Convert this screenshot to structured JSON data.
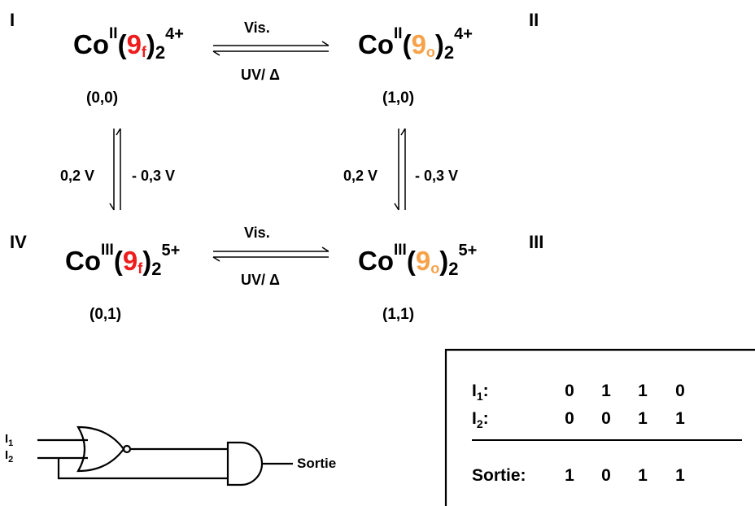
{
  "colors": {
    "closed_ligand": "#ee1c1c",
    "open_ligand": "#f7a24a",
    "text": "#000000"
  },
  "states": {
    "I": {
      "roman": "I",
      "metal": "Co",
      "ox": "II",
      "ligand": "9",
      "sub": "f",
      "n": "2",
      "charge": "4+",
      "coord": "(0,0)"
    },
    "II": {
      "roman": "II",
      "metal": "Co",
      "ox": "II",
      "ligand": "9",
      "sub": "o",
      "n": "2",
      "charge": "4+",
      "coord": "(1,0)"
    },
    "III": {
      "roman": "III",
      "metal": "Co",
      "ox": "III",
      "ligand": "9",
      "sub": "o",
      "n": "2",
      "charge": "5+",
      "coord": "(1,1)"
    },
    "IV": {
      "roman": "IV",
      "metal": "Co",
      "ox": "III",
      "ligand": "9",
      "sub": "f",
      "n": "2",
      "charge": "5+",
      "coord": "(0,1)"
    }
  },
  "arrows": {
    "forward_label": "Vis.",
    "reverse_label": "UV/ Δ",
    "reduce_label": "- 0,3 V",
    "oxidize_label": "0,2 V"
  },
  "circuit": {
    "input1_label": "I",
    "input1_sub": "1",
    "input2_label": "I",
    "input2_sub": "2",
    "output_label": "Sortie"
  },
  "truth_table": {
    "rows": [
      {
        "label": "I",
        "sub": "1",
        "suffix": ":",
        "values": [
          "0",
          "1",
          "1",
          "0"
        ]
      },
      {
        "label": "I",
        "sub": "2",
        "suffix": ":",
        "values": [
          "0",
          "0",
          "1",
          "1"
        ]
      }
    ],
    "output": {
      "label": "Sortie:",
      "values": [
        "1",
        "0",
        "1",
        "1"
      ]
    }
  }
}
